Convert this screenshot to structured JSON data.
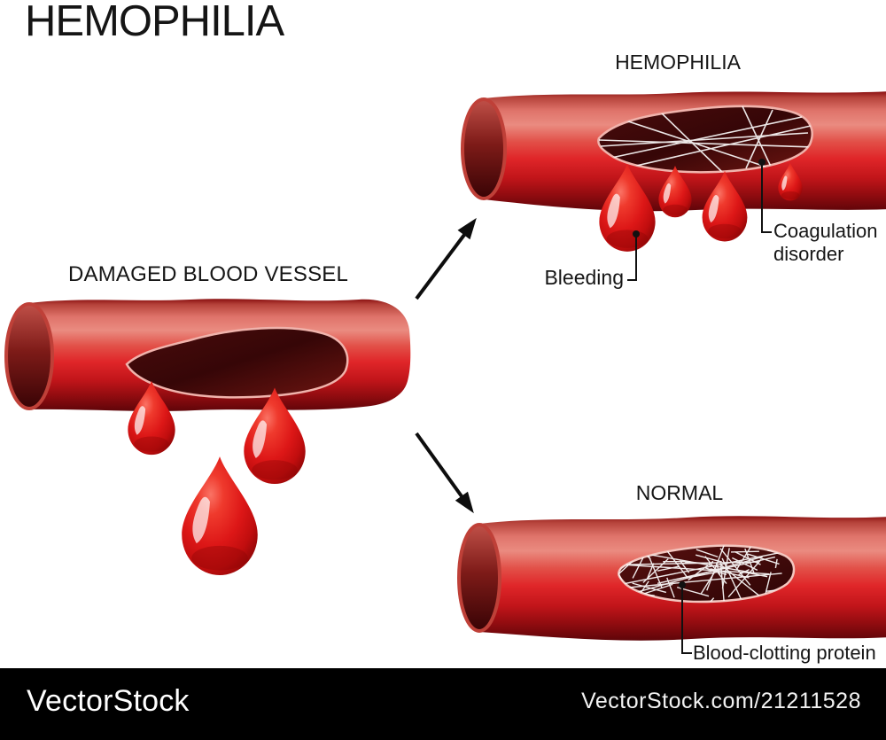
{
  "title": "HEMOPHILIA",
  "diagram": {
    "source_vessel": {
      "label": "DAMAGED BLOOD VESSEL"
    },
    "hemophilia_vessel": {
      "label": "HEMOPHILIA",
      "bleeding_label": "Bleeding",
      "coagulation_label": "Coagulation disorder"
    },
    "normal_vessel": {
      "label": "NORMAL",
      "clot_label": "Blood-clotting protein"
    }
  },
  "footer": {
    "brand": "VectorStock",
    "credit": "VectorStock.com/21211528"
  },
  "colors": {
    "blood_red": "#e02629",
    "light_sheen_red": "#ea8b80",
    "dark_red": "#5f0509",
    "wound_maroon": "#360607",
    "fibrin_white": "#ffffff",
    "label_black": "#151515",
    "watermark_bar": "#000000"
  }
}
